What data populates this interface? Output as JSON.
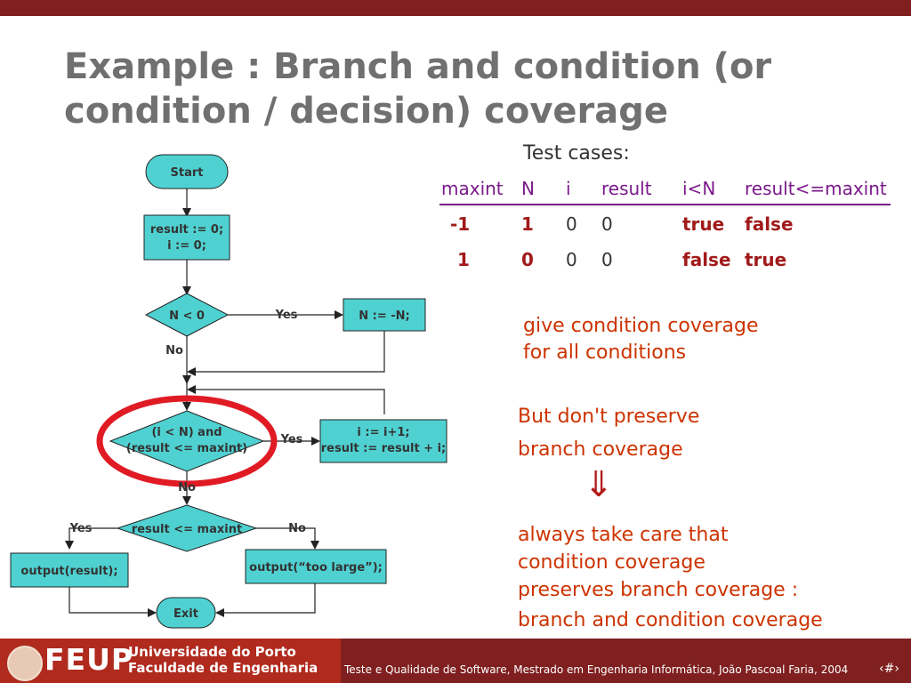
{
  "title": {
    "line1": "Example :  Branch and condition (or",
    "line2": "condition / decision) coverage"
  },
  "flowchart": {
    "start": "Start",
    "init_line1": "result := 0;",
    "init_line2": "i := 0;",
    "cond1": "N < 0",
    "cond1_yes": "Yes",
    "cond1_no": "No",
    "negate": "N := -N;",
    "cond2_line1": "(i < N) and",
    "cond2_line2": "(result <= maxint)",
    "cond2_yes": "Yes",
    "cond2_no": "No",
    "loop_line1": "i := i+1;",
    "loop_line2": "result := result + i;",
    "cond3": "result <= maxint",
    "cond3_yes": "Yes",
    "cond3_no": "No",
    "output_ok": "output(result);",
    "output_err": "output(“too large”);",
    "exit": "Exit"
  },
  "test_cases": {
    "title": "Test cases:",
    "headers": [
      "maxint",
      "N",
      "i",
      "result",
      "i<N",
      "result<=maxint"
    ],
    "rows": [
      [
        "-1",
        "1",
        "0",
        "0",
        "true",
        "false"
      ],
      [
        "1",
        "0",
        "0",
        "0",
        "false",
        "true"
      ]
    ]
  },
  "notes": {
    "note1_line1": "give condition coverage",
    "note1_line2": "for all conditions",
    "note2_line1": "But don't preserve",
    "note2_line2": "branch coverage",
    "arrow": "⇓",
    "note3_line1": "always take care that",
    "note3_line2": "condition coverage",
    "note3_line3": "preserves branch coverage :",
    "note3_line4": "branch and condition coverage"
  },
  "footer": {
    "logo": "FEUP",
    "university_line1": "Universidade do Porto",
    "university_line2": "Faculdade de Engenharia",
    "text": "Teste e Qualidade de Software, Mestrado em Engenharia Informática, João Pascoal Faria, 2004",
    "page": "‹#›"
  },
  "colors": {
    "bar": "#7f1f1f",
    "shape_fill": "#4fd1d1",
    "highlight": "#e01b24",
    "note_text": "#cc3300",
    "header_text": "#7a1a8a"
  }
}
